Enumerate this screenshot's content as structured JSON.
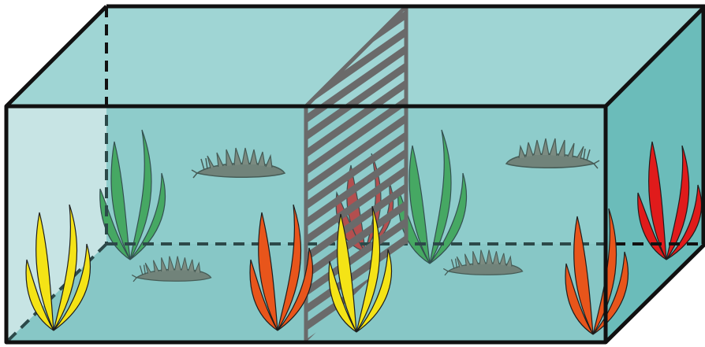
{
  "colors": {
    "water_front": "#96cfce",
    "water_top": "#9fd5d4",
    "water_right": "#6bbcba",
    "water_back": "#a8dad9",
    "outline": "#111111",
    "divider": "#6a6a6a",
    "seaweed_green": "#3aa33a",
    "seaweed_yellow": "#f4e316",
    "seaweed_orange": "#e8551b",
    "seaweed_red": "#e01b1b",
    "snail": "#7b6a5c"
  },
  "scene": {
    "seaweeds": [
      {
        "id": "green-back-left",
        "color": "green"
      },
      {
        "id": "green-back-middle",
        "color": "green"
      },
      {
        "id": "red-back-behind-divider",
        "color": "red"
      },
      {
        "id": "red-right-face",
        "color": "red"
      },
      {
        "id": "yellow-front-left",
        "color": "yellow"
      },
      {
        "id": "orange-front-center",
        "color": "orange"
      },
      {
        "id": "yellow-front-middle",
        "color": "yellow"
      },
      {
        "id": "orange-front-right",
        "color": "orange"
      }
    ],
    "sea_slugs": [
      {
        "id": "slug-upper-left"
      },
      {
        "id": "slug-upper-right"
      },
      {
        "id": "slug-lower-left"
      },
      {
        "id": "slug-lower-right"
      }
    ]
  }
}
